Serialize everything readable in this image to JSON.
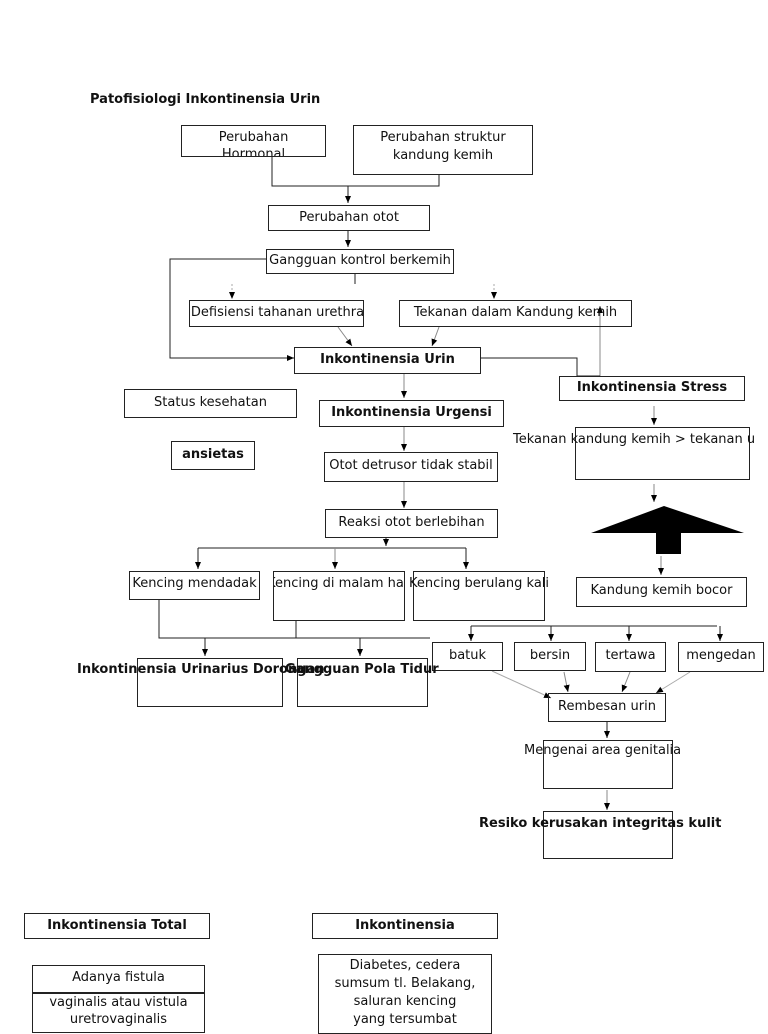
{
  "title": "Patofisiologi Inkontinensia Urin",
  "nodes": {
    "perubahan_hormonal": "Perubahan",
    "perubahan_hormonal_cut": "Hormonal",
    "perubahan_struktur": "Perubahan struktur kandung kemih",
    "perubahan_otot": "Perubahan otot",
    "gangguan_kontrol": "Gangguan kontrol berkemih",
    "defisiensi": "Defisiensi tahanan urethra",
    "tekanan_dalam": "Tekanan dalam Kandung kemih",
    "inkontinensia_urin": "Inkontinensia Urin",
    "inkontinensia_stress": "Inkontinensia Stress",
    "status_kesehatan": "Status kesehatan",
    "ansietas": "ansietas",
    "inkontinensia_urgensi": "Inkontinensia Urgensi",
    "tekanan_kk_gt": "Tekanan kandung kemih > tekanan u",
    "otot_detrusor": "Otot detrusor tidak stabil",
    "reaksi_otot": "Reaksi otot berlebihan",
    "kencing_mendadak": "Kencing mendadak",
    "kencing_malam": "Kencing di malam hari",
    "kencing_berulang": "Kencing berulang kali",
    "kandung_kemih_bocor": "Kandung kemih bocor",
    "batuk": "batuk",
    "bersin": "bersin",
    "tertawa": "tertawa",
    "mengedan": "mengedan",
    "inkontinensia_urinarius": "Inkontinensia Urinarius Dorongan",
    "gangguan_pola_tidur": "Gangguan Pola Tidur",
    "rembesan_urin": "Rembesan urin",
    "mengenai_area": "Mengenai area genitalia",
    "resiko_kerusakan": "Resiko kerusakan integritas kulit",
    "inkontinensia_total": "Inkontinensia Total",
    "inkontinensia_bottom": "Inkontinensia",
    "adanya_fistula": "Adanya fistula",
    "vaginalis_line": "vaginalis atau vistula",
    "uretrovaginalis": "uretrovaginalis",
    "diabetes_line1": "Diabetes, cedera",
    "diabetes_line2": "sumsum tl. Belakang,",
    "diabetes_line3": "saluran kencing",
    "diabetes_line4": "yang tersumbat"
  },
  "colors": {
    "line": "#222222",
    "arrow_fill": "#000000"
  }
}
